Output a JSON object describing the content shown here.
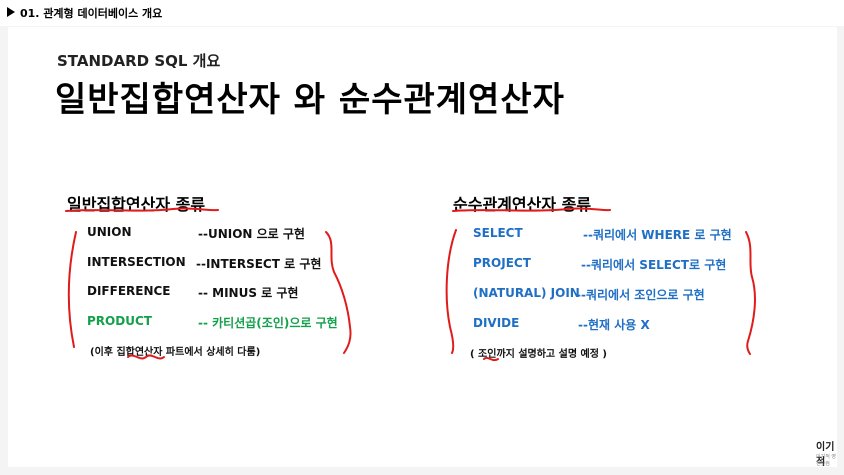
{
  "header": {
    "breadcrumb": "01. 관계형 데이터베이스 개요"
  },
  "slide": {
    "subtitle": "STANDARD SQL 개요",
    "title": "일반집합연산자 와 순수관계연산자",
    "left": {
      "heading": "일반집합연산자 종류",
      "rows": [
        {
          "name": "UNION",
          "desc": "--UNION 으로 구현"
        },
        {
          "name": "INTERSECTION",
          "desc": "--INTERSECT 로 구현"
        },
        {
          "name": "DIFFERENCE",
          "desc": "-- MINUS 로 구현"
        },
        {
          "name": "PRODUCT",
          "desc": "-- 카티션곱(조인)으로 구현"
        }
      ],
      "note": "(이후 집합연산자 파트에서 상세히 다룸)"
    },
    "right": {
      "heading": "순수관계연산자 종류",
      "rows": [
        {
          "name": "SELECT",
          "desc": "--쿼리에서 WHERE 로 구현"
        },
        {
          "name": "PROJECT",
          "desc": "--쿼리에서 SELECT로 구현"
        },
        {
          "name": "(NATURAL) JOIN",
          "desc": "--쿼리에서 조인으로 구현"
        },
        {
          "name": "DIVIDE",
          "desc": "--현재 사용 X"
        }
      ],
      "note": "( 조인까지 설명하고 설명 예정 )"
    },
    "logo": "이기적",
    "logo_sub": "이기적 영진닷컴"
  },
  "colors": {
    "green": "#13a04b",
    "blue": "#1f6fc4",
    "ink_red": "#e01b1b"
  }
}
